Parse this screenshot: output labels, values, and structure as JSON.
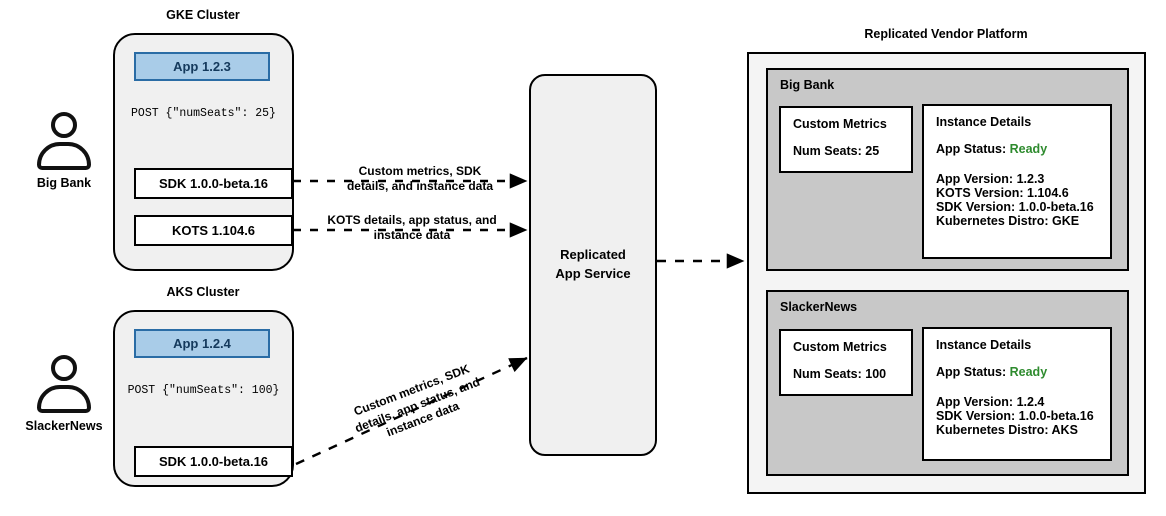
{
  "clusters": [
    {
      "title": "GKE Cluster",
      "actor": "Big Bank",
      "app": "App 1.2.3",
      "post": "POST {\"numSeats\": 25}",
      "sdk": "SDK 1.0.0-beta.16",
      "kots": "KOTS 1.104.6"
    },
    {
      "title": "AKS Cluster",
      "actor": "SlackerNews",
      "app": "App 1.2.4",
      "post": "POST {\"numSeats\": 100}",
      "sdk": "SDK 1.0.0-beta.16"
    }
  ],
  "edges": {
    "sdk_to_service": "Custom metrics, SDK details, and instance data",
    "sdk_to_service_line1": "Custom metrics, SDK",
    "sdk_to_service_line2": "details, and instance data",
    "kots_to_service_line1": "KOTS details, app status, and",
    "kots_to_service_line2": "instance data",
    "aks_to_service_line1": "Custom metrics, SDK",
    "aks_to_service_line2": "details, app status, and",
    "aks_to_service_line3": "instance data"
  },
  "service": {
    "line1": "Replicated",
    "line2": "App Service"
  },
  "platform": {
    "title": "Replicated Vendor Platform",
    "tenants": [
      {
        "name": "Big Bank",
        "metrics": {
          "title": "Custom Metrics",
          "line": "Num Seats: 25"
        },
        "details": {
          "title": "Instance Details",
          "status_label": "App Status:",
          "status_value": "Ready",
          "rows": [
            "App Version: 1.2.3",
            "KOTS Version: 1.104.6",
            "SDK Version: 1.0.0-beta.16",
            "Kubernetes Distro: GKE"
          ]
        }
      },
      {
        "name": "SlackerNews",
        "metrics": {
          "title": "Custom Metrics",
          "line": "Num Seats: 100"
        },
        "details": {
          "title": "Instance Details",
          "status_label": "App Status:",
          "status_value": "Ready",
          "rows": [
            "App Version: 1.2.4",
            "SDK Version: 1.0.0-beta.16",
            "Kubernetes Distro: AKS"
          ]
        }
      }
    ]
  },
  "colors": {
    "app_fill": "#a9cce8",
    "app_border": "#2a6ca5",
    "cluster_fill": "#f0f0f0",
    "tenant_fill": "#c8c8c8",
    "platform_fill": "#f4f4f4",
    "ready_green": "#2e8b2e",
    "stroke": "#000000"
  }
}
